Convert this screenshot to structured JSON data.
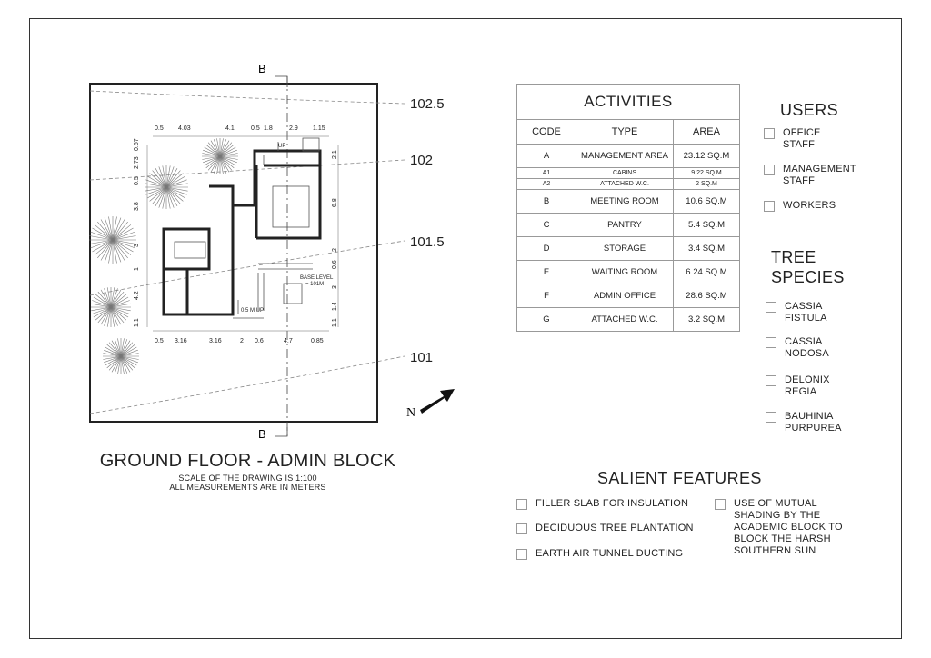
{
  "drawing": {
    "title": "GROUND FLOOR - ADMIN BLOCK",
    "scale_note": "SCALE OF THE DRAWING IS 1:100",
    "units_note": "ALL MEASUREMENTS ARE IN METERS",
    "section_mark": "B",
    "north_label": "N",
    "up_label": "UP",
    "base_level": "BASE LEVEL",
    "base_level_value": "= 101M",
    "ramp_label": "0.5 M UP",
    "contours": [
      "102.5",
      "102",
      "101.5",
      "101"
    ],
    "top_dims": [
      "0.5",
      "4.03",
      "4.1",
      "0.5",
      "1.8",
      "2.9",
      "1.15"
    ],
    "bottom_dims": [
      "0.5",
      "3.16",
      "3.16",
      "2",
      "0.6",
      "4.7",
      "0.85"
    ],
    "left_dims": [
      "0.67",
      "2.73",
      "0.5",
      "3.8",
      "3",
      "1",
      "4.2",
      "1.1"
    ],
    "right_dims": [
      "2.1",
      "6.8",
      "2",
      "0.6",
      "3",
      "1.4",
      "1.1"
    ]
  },
  "activities": {
    "title": "ACTIVITIES",
    "headers": [
      "CODE",
      "TYPE",
      "AREA"
    ],
    "rows": [
      {
        "code": "A",
        "type": "MANAGEMENT AREA",
        "area": "23.12 SQ.M",
        "small": false
      },
      {
        "code": "A1",
        "type": "CABINS",
        "area": "9.22 SQ.M",
        "small": true
      },
      {
        "code": "A2",
        "type": "ATTACHED W.C.",
        "area": "2 SQ.M",
        "small": true
      },
      {
        "code": "B",
        "type": "MEETING ROOM",
        "area": "10.6 SQ.M",
        "small": false
      },
      {
        "code": "C",
        "type": "PANTRY",
        "area": "5.4 SQ.M",
        "small": false
      },
      {
        "code": "D",
        "type": "STORAGE",
        "area": "3.4 SQ.M",
        "small": false
      },
      {
        "code": "E",
        "type": "WAITING ROOM",
        "area": "6.24 SQ.M",
        "small": false
      },
      {
        "code": "F",
        "type": "ADMIN OFFICE",
        "area": "28.6 SQ.M",
        "small": false
      },
      {
        "code": "G",
        "type": "ATTACHED W.C.",
        "area": "3.2 SQ.M",
        "small": false
      }
    ]
  },
  "users": {
    "title": "USERS",
    "items": [
      "OFFICE\nSTAFF",
      "MANAGEMENT\nSTAFF",
      "WORKERS"
    ]
  },
  "trees": {
    "title": "TREE\nSPECIES",
    "items": [
      "CASSIA\nFISTULA",
      "CASSIA\nNODOSA",
      "DELONIX\nREGIA",
      "BAUHINIA\nPURPUREA"
    ]
  },
  "features": {
    "title": "SALIENT FEATURES",
    "left": [
      "FILLER SLAB FOR INSULATION",
      "DECIDUOUS TREE PLANTATION",
      "EARTH AIR TUNNEL DUCTING"
    ],
    "right": "USE OF MUTUAL\nSHADING BY THE\nACADEMIC BLOCK TO\nBLOCK THE HARSH\nSOUTHERN SUN"
  }
}
